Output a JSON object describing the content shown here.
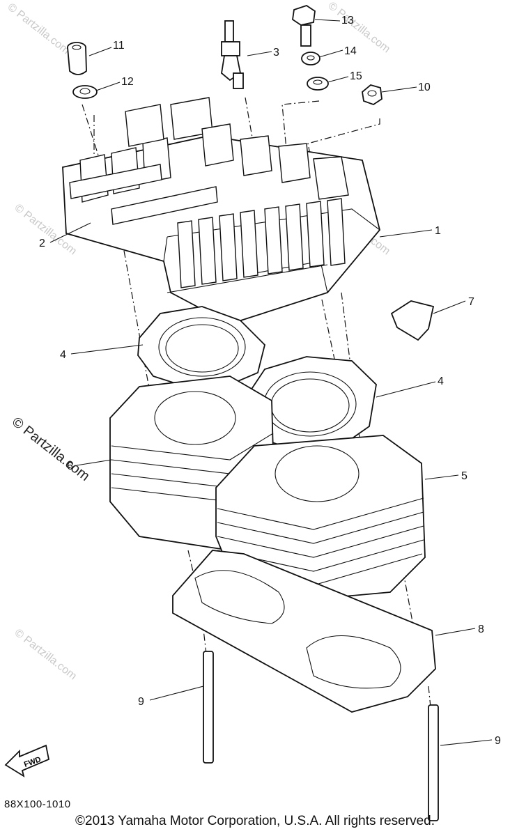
{
  "diagram": {
    "callouts": [
      {
        "id": "1",
        "label": "1"
      },
      {
        "id": "2",
        "label": "2"
      },
      {
        "id": "3",
        "label": "3"
      },
      {
        "id": "4a",
        "label": "4"
      },
      {
        "id": "4b",
        "label": "4"
      },
      {
        "id": "5",
        "label": "5"
      },
      {
        "id": "6",
        "label": "6"
      },
      {
        "id": "7",
        "label": "7"
      },
      {
        "id": "8",
        "label": "8"
      },
      {
        "id": "9a",
        "label": "9"
      },
      {
        "id": "9b",
        "label": "9"
      },
      {
        "id": "10",
        "label": "10"
      },
      {
        "id": "11",
        "label": "11"
      },
      {
        "id": "12",
        "label": "12"
      },
      {
        "id": "13",
        "label": "13"
      },
      {
        "id": "14",
        "label": "14"
      },
      {
        "id": "15",
        "label": "15"
      }
    ],
    "fwd_label": "FWD",
    "watermark": "© Partzilla.com",
    "watermark_main": "© Partzilla.com"
  },
  "footer": {
    "part_code": "88X100-1010",
    "copyright": "©2013 Yamaha Motor Corporation, U.S.A. All rights reserved."
  }
}
